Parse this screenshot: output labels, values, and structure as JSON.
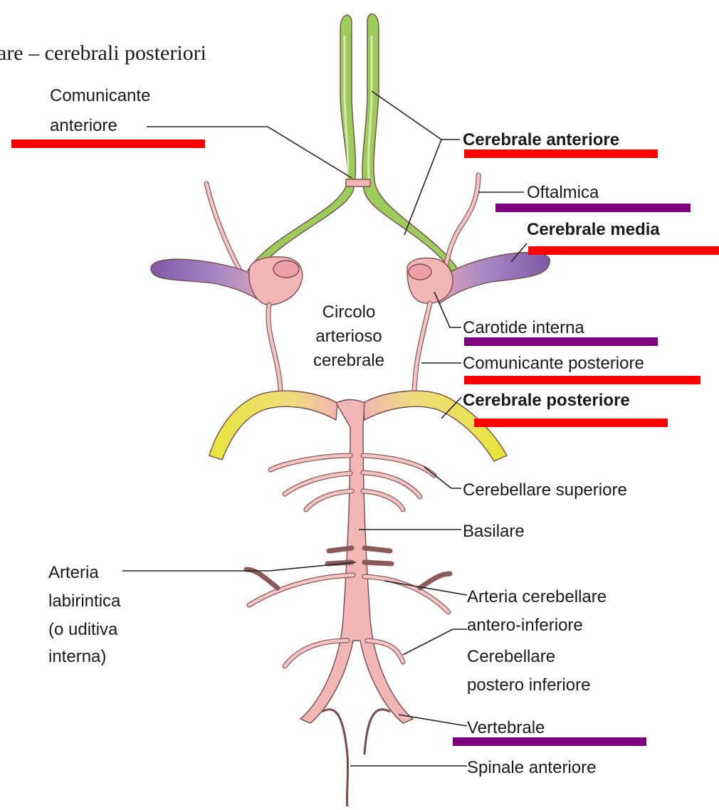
{
  "title": "are – cerebrali posteriori",
  "labels": {
    "comunicante_anteriore": [
      "Comunicante",
      "anteriore"
    ],
    "cerebrale_anteriore": "Cerebrale anteriore",
    "oftalmica": "Oftalmica",
    "cerebrale_media": "Cerebrale media",
    "circolo": [
      "Circolo",
      "arterioso",
      "cerebrale"
    ],
    "carotide_interna": "Carotide interna",
    "comunicante_posteriore": "Comunicante posteriore",
    "cerebrale_posteriore": "Cerebrale posteriore",
    "cerebellare_superiore": "Cerebellare superiore",
    "basilare": "Basilare",
    "arteria_labirintica": [
      "Arteria",
      "labirintica",
      "(o uditiva",
      "interna)"
    ],
    "arteria_cerebellare_ai": [
      "Arteria cerebellare",
      "antero-inferiore"
    ],
    "cerebellare_pi": [
      "Cerebellare",
      "postero inferiore"
    ],
    "vertebrale": "Vertebrale",
    "spinale_anteriore": "Spinale anteriore"
  },
  "colors": {
    "red_underline": "#ff0000",
    "purple_underline": "#7f007f",
    "anterior_green": "#9ccc5a",
    "media_purple": "#8b6bb0",
    "artery_pink": "#f2b6b6",
    "posterior_yellow": "#ecec3c"
  }
}
